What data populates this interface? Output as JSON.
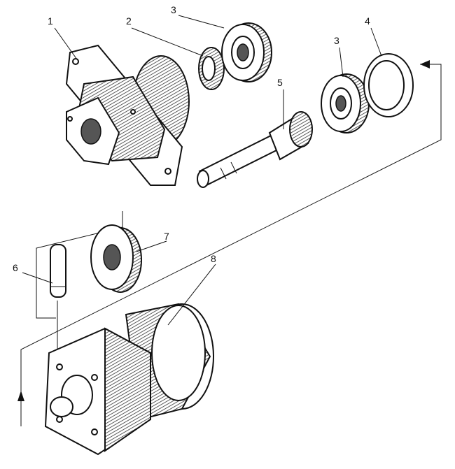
{
  "diagram": {
    "type": "exploded-assembly",
    "callouts": [
      {
        "id": "label-1",
        "text": "1"
      },
      {
        "id": "label-2",
        "text": "2"
      },
      {
        "id": "label-3a",
        "text": "3"
      },
      {
        "id": "label-3b",
        "text": "3"
      },
      {
        "id": "label-4",
        "text": "4"
      },
      {
        "id": "label-5",
        "text": "5"
      },
      {
        "id": "label-6",
        "text": "6"
      },
      {
        "id": "label-7",
        "text": "7"
      },
      {
        "id": "label-8",
        "text": "8"
      }
    ]
  }
}
